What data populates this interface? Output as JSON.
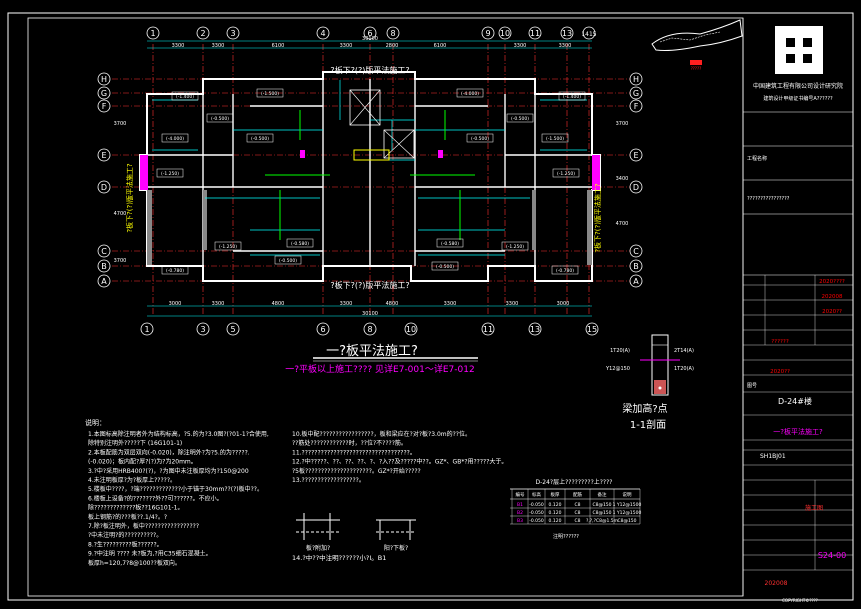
{
  "colors": {
    "background": "#000000",
    "wall": "#ffffff",
    "grid_line": "#ff3030",
    "axis_bubble": "#ffffff",
    "dimension": "#00ffff",
    "beam": "#00ffff",
    "annotation_green": "#00ff00",
    "annotation_yellow": "#ffff00",
    "title_magenta": "#ff00ff",
    "title_block_red": "#ff0000"
  },
  "plan": {
    "grid_top": [
      "1",
      "2",
      "3",
      "4",
      "6",
      "8",
      "9",
      "10",
      "11",
      "13",
      "1415"
    ],
    "grid_bottom": [
      "1",
      "3",
      "5",
      "6",
      "8",
      "10",
      "11",
      "13",
      "15"
    ],
    "grid_rows_left": [
      "H",
      "G",
      "F",
      "E",
      "D",
      "C",
      "B",
      "A"
    ],
    "grid_rows_right": [
      "H",
      "G",
      "F",
      "E",
      "D",
      "C",
      "B",
      "A"
    ],
    "dims_top": [
      "3300",
      "3300",
      "6100",
      "3300",
      "2800",
      "6100",
      "3300",
      "3300"
    ],
    "dims_top_total": "30100",
    "dims_bottom": [
      "3000",
      "3300",
      "4800",
      "3300",
      "4800",
      "3300",
      "3300",
      "3000"
    ],
    "dims_bottom_total": "30100",
    "dims_left": [
      "3700",
      "4700",
      "3700"
    ],
    "dims_right": [
      "3700",
      "3400",
      "4700"
    ],
    "top_note": "?板下?(?)版平法施工?",
    "bottom_note": "?板下?(?)版平法施工?",
    "slab_labels": [
      "(-1.400)",
      "(-0.500)",
      "(-4.000)",
      "(-1.400)",
      "(-0.500)",
      "(-1.500)",
      "(-0.500)",
      "(-0.500)",
      "(-1.500)",
      "(-4.000)",
      "(-1.250)",
      "(-1.250)",
      "(-1.250)",
      "(-1.250)",
      "(-0.500)",
      "(-0.500)",
      "(-0.780)",
      "(-0.780)",
      "(-0.580)",
      "(-0.580)"
    ],
    "vertical_notes": [
      "?板下?(?)版平法施工?",
      "?板下?(?)版平法施工?"
    ]
  },
  "title_area": {
    "main_title": "一?板平法施工?",
    "subtitle": "一?平板以上施工???? 见详E7-001～详E7-012"
  },
  "section": {
    "title": "梁加高?点",
    "subtitle": "1-1剖面",
    "labels": [
      "1T20(A)",
      "2T14(A)",
      "Y12@150",
      "1T20(A)"
    ]
  },
  "notes_left": {
    "heading": "说明：",
    "lines": [
      "1.本图标高除注明者外为结构标高，?5.的为?3.0图?(?01-1?合使用,",
      "  除特别注明外?????下 (16G101-1)",
      "2.本板配筋为双层双向(-0.020)，除注明外?为?5.的为?????.",
      "  (-0.020)；板内配?厚?(?)为?为20mm。",
      "3.?中?采用HRB400?(?)，?为图中未注板厚均为?150@200",
      "4.未注明板厚?为?板厚上?????。",
      "5.楼板中????，?端?????????????小于锚于30mm??(?)板中??。",
      "6.楼板上设备?的???????外??可??????。不应小。",
      "  除?????????????板??16G101-1。",
      "  板上钢筋?的???板??.1/4?。?",
      "7.除?板注明外，板中?????????????????",
      "  ?中未注明?的??????????。",
      "8.?生?????????板??????。",
      "9.?中注明 ???? 未?板为,?用C35细石混凝土。",
      "  板厚h=120,7?8@100??板双向。"
    ]
  },
  "notes_middle": {
    "lines": [
      "10.板中配?????????????????，板和梁应在?对?板?3.0m的??位。",
      "  ??筋处????????????时，??位?不????筋。",
      "11.??????????????????????????????????。",
      "12.?中?????、??、??、??、?、?入??及?????中??。GZ*、GB*?用?????大于。",
      "  ?5板?????????????????????。GZ*?开始?????",
      "13.??????????????????。"
    ],
    "detail_labels": [
      "板?附加?",
      "阳?下板?"
    ],
    "detail_note": "14.?中??中注明??????小?I。B1"
  },
  "table": {
    "title": "D-24?层上?????????上????",
    "headers": [
      "编号",
      "标高",
      "板厚",
      "配筋",
      "备注",
      "说明"
    ],
    "rows": [
      [
        "B1",
        "-0.050",
        "0.120",
        "C8",
        "C8@150",
        "1 Y12@1500"
      ],
      [
        "B2",
        "-0.050",
        "0.120",
        "C8",
        "C8@150",
        "1 Y12@1500"
      ],
      [
        "B3",
        "-0.050",
        "0.120",
        "C8",
        "?,?,?C8@1.5m",
        "C8@150"
      ]
    ],
    "footnote": "注明??????"
  },
  "title_block": {
    "company": "中国建筑工程有限公司设计研究院",
    "company_sub": "建筑设计甲级证书编号A??????",
    "project_label": "工程名称",
    "project_name": "????????????????",
    "drawing_no_label": "图号",
    "drawing_no": "D-24#楼",
    "drawing_title": "一?板平法施工?",
    "status": "施工图",
    "red_values": [
      "2020????",
      "202008",
      "2020??",
      "??????",
      "2020??"
    ],
    "sheet_code": "S24-00",
    "date": "202008",
    "stamp": "?????",
    "issue": "SH1BJ01",
    "copyright": "COPYRIGHT©????"
  }
}
